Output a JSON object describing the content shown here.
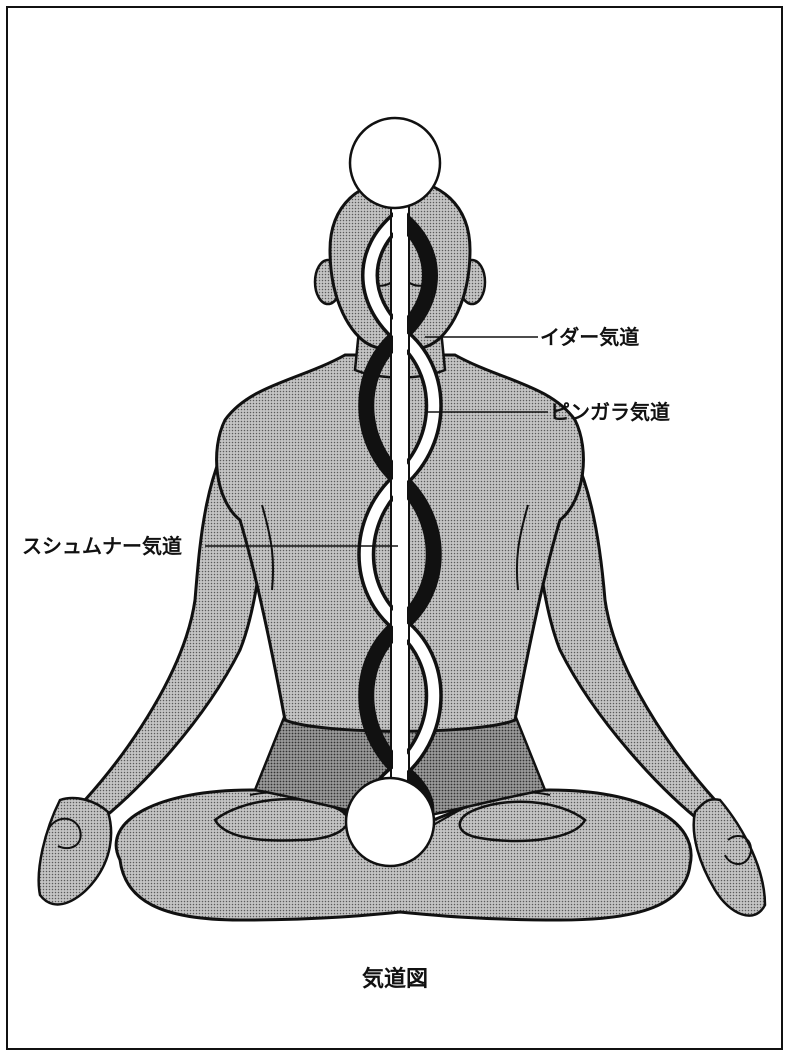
{
  "labels": {
    "ida": "イダー気道",
    "pingala": "ピンガラ気道",
    "sushumna": "スシュムナー気道"
  },
  "caption": "気道図",
  "colors": {
    "body_fill": "#b9b9b9",
    "outline": "#111111",
    "ida_channel": "#111111",
    "pingala_channel": "#ffffff",
    "background": "#ffffff"
  }
}
